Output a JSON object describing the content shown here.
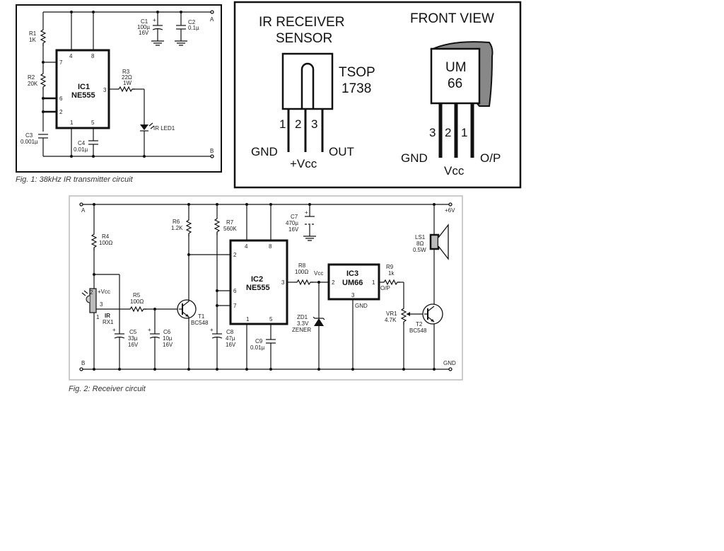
{
  "figure1": {
    "caption": "Fig. 1: 38kHz IR transmitter circuit",
    "ic": {
      "name": "IC1",
      "part": "NE555",
      "pins": [
        "4",
        "8",
        "7",
        "6",
        "2",
        "3",
        "1",
        "5"
      ]
    },
    "r1": {
      "name": "R1",
      "value": "1K"
    },
    "r2": {
      "name": "R2",
      "value": "20K"
    },
    "r3": {
      "name": "R3",
      "value": "22Ω",
      "rating": "1W"
    },
    "c1": {
      "name": "C1",
      "value": "100µ",
      "rating": "16V"
    },
    "c2": {
      "name": "C2",
      "value": "0.1µ"
    },
    "c3": {
      "name": "C3",
      "value": "0.001µ"
    },
    "c4": {
      "name": "C4",
      "value": "0.01µ"
    },
    "led": {
      "name": "IR LED1"
    },
    "terminals": {
      "a": "A",
      "b": "B"
    }
  },
  "pinouts": {
    "tsop": {
      "title_line1": "IR RECEIVER",
      "title_line2": "SENSOR",
      "part_line1": "TSOP",
      "part_line2": "1738",
      "pin_numbers": [
        "1",
        "2",
        "3"
      ],
      "pin_names": [
        "GND",
        "+Vcc",
        "OUT"
      ]
    },
    "um66": {
      "title": "FRONT VIEW",
      "part_line1": "UM",
      "part_line2": "66",
      "pin_numbers": [
        "3",
        "2",
        "1"
      ],
      "pin_names": [
        "GND",
        "Vcc",
        "O/P"
      ]
    }
  },
  "figure2": {
    "caption": "Fig. 2: Receiver circuit",
    "terminals": {
      "a": "A",
      "b": "B",
      "vplus": "+6V",
      "gnd": "GND"
    },
    "r4": {
      "name": "R4",
      "value": "100Ω"
    },
    "r5": {
      "name": "R5",
      "value": "100Ω"
    },
    "r6": {
      "name": "R6",
      "value": "1.2K"
    },
    "r7": {
      "name": "R7",
      "value": "560K"
    },
    "r8": {
      "name": "R8",
      "value": "100Ω"
    },
    "r9": {
      "name": "R9",
      "value": "1k"
    },
    "vr1": {
      "name": "VR1",
      "value": "4.7K"
    },
    "c5": {
      "name": "C5",
      "value": "33µ",
      "rating": "16V"
    },
    "c6": {
      "name": "C6",
      "value": "10µ",
      "rating": "16V"
    },
    "c7": {
      "name": "C7",
      "value": "470µ",
      "rating": "16V"
    },
    "c8": {
      "name": "C8",
      "value": "47µ",
      "rating": "16V"
    },
    "c9": {
      "name": "C9",
      "value": "0.01µ"
    },
    "t1": {
      "name": "T1",
      "part": "BC548"
    },
    "t2": {
      "name": "T2",
      "part": "BC548"
    },
    "zd1": {
      "name": "ZD1",
      "value": "3.3V",
      "type": "ZENER"
    },
    "ls1": {
      "name": "LS1",
      "value": "8Ω",
      "rating": "0.5W"
    },
    "irrx": {
      "name_line1": "IR",
      "name_line2": "RX1",
      "vcc": "+Vcc",
      "pins": [
        "2",
        "3",
        "1"
      ]
    },
    "ic2": {
      "name": "IC2",
      "part": "NE555",
      "pins": [
        "4",
        "8",
        "2",
        "6",
        "7",
        "3",
        "1",
        "5"
      ]
    },
    "ic3": {
      "name": "IC3",
      "part": "UM66",
      "pins": [
        "2",
        "1",
        "3"
      ],
      "vcc": "Vcc",
      "op": "O/P",
      "gnd": "GND"
    }
  }
}
